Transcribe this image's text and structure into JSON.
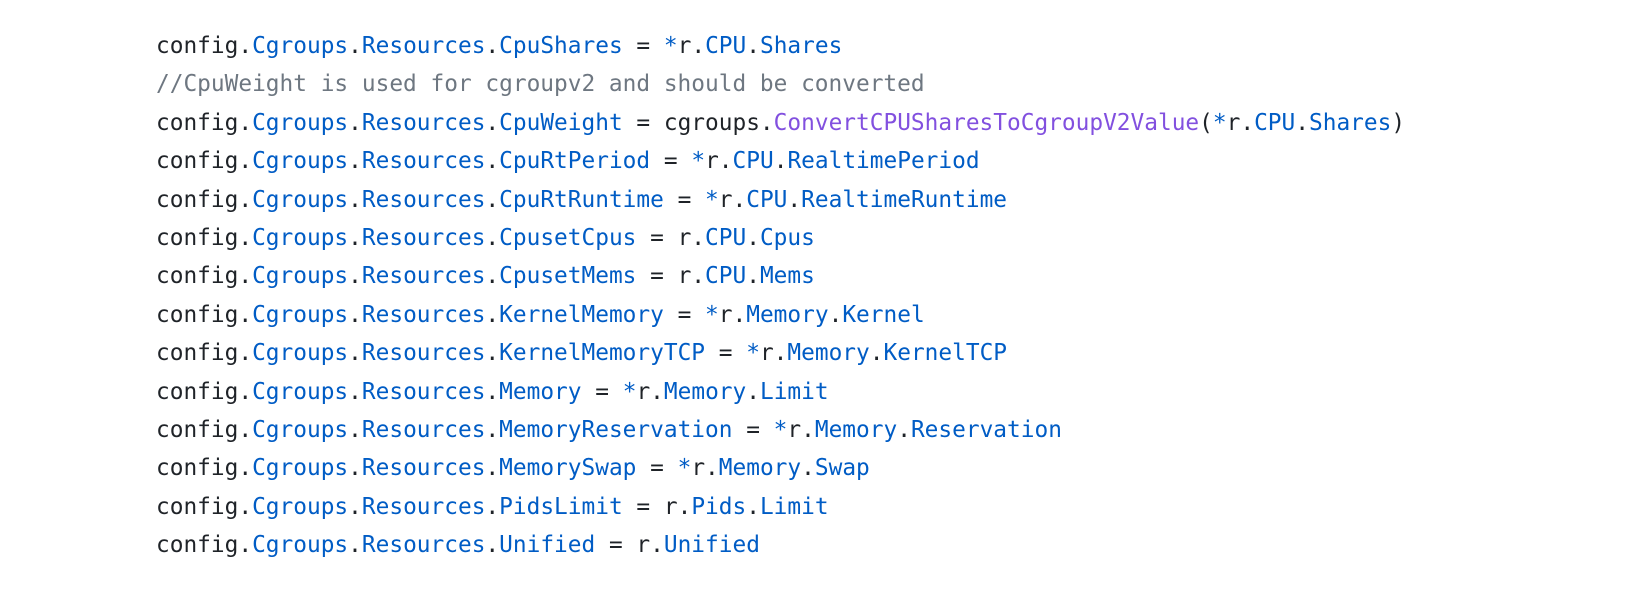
{
  "colors": {
    "background": "#ffffff",
    "plain": "#1f2328",
    "field": "#005cc5",
    "func": "#8250df",
    "comment": "#6e7781"
  },
  "code": {
    "language": "go",
    "lines": [
      [
        [
          "config.",
          "plain"
        ],
        [
          "Cgroups",
          "field"
        ],
        [
          ".",
          "plain"
        ],
        [
          "Resources",
          "field"
        ],
        [
          ".",
          "plain"
        ],
        [
          "CpuShares",
          "field"
        ],
        [
          " = ",
          "plain"
        ],
        [
          "*",
          "field"
        ],
        [
          "r.",
          "plain"
        ],
        [
          "CPU",
          "field"
        ],
        [
          ".",
          "plain"
        ],
        [
          "Shares",
          "field"
        ]
      ],
      [
        [
          "//CpuWeight is used for cgroupv2 and should be converted",
          "comment"
        ]
      ],
      [
        [
          "config.",
          "plain"
        ],
        [
          "Cgroups",
          "field"
        ],
        [
          ".",
          "plain"
        ],
        [
          "Resources",
          "field"
        ],
        [
          ".",
          "plain"
        ],
        [
          "CpuWeight",
          "field"
        ],
        [
          " = cgroups.",
          "plain"
        ],
        [
          "ConvertCPUSharesToCgroupV2Value",
          "func"
        ],
        [
          "(",
          "plain"
        ],
        [
          "*",
          "field"
        ],
        [
          "r.",
          "plain"
        ],
        [
          "CPU",
          "field"
        ],
        [
          ".",
          "plain"
        ],
        [
          "Shares",
          "field"
        ],
        [
          ")",
          "plain"
        ]
      ],
      [
        [
          "config.",
          "plain"
        ],
        [
          "Cgroups",
          "field"
        ],
        [
          ".",
          "plain"
        ],
        [
          "Resources",
          "field"
        ],
        [
          ".",
          "plain"
        ],
        [
          "CpuRtPeriod",
          "field"
        ],
        [
          " = ",
          "plain"
        ],
        [
          "*",
          "field"
        ],
        [
          "r.",
          "plain"
        ],
        [
          "CPU",
          "field"
        ],
        [
          ".",
          "plain"
        ],
        [
          "RealtimePeriod",
          "field"
        ]
      ],
      [
        [
          "config.",
          "plain"
        ],
        [
          "Cgroups",
          "field"
        ],
        [
          ".",
          "plain"
        ],
        [
          "Resources",
          "field"
        ],
        [
          ".",
          "plain"
        ],
        [
          "CpuRtRuntime",
          "field"
        ],
        [
          " = ",
          "plain"
        ],
        [
          "*",
          "field"
        ],
        [
          "r.",
          "plain"
        ],
        [
          "CPU",
          "field"
        ],
        [
          ".",
          "plain"
        ],
        [
          "RealtimeRuntime",
          "field"
        ]
      ],
      [
        [
          "config.",
          "plain"
        ],
        [
          "Cgroups",
          "field"
        ],
        [
          ".",
          "plain"
        ],
        [
          "Resources",
          "field"
        ],
        [
          ".",
          "plain"
        ],
        [
          "CpusetCpus",
          "field"
        ],
        [
          " = r.",
          "plain"
        ],
        [
          "CPU",
          "field"
        ],
        [
          ".",
          "plain"
        ],
        [
          "Cpus",
          "field"
        ]
      ],
      [
        [
          "config.",
          "plain"
        ],
        [
          "Cgroups",
          "field"
        ],
        [
          ".",
          "plain"
        ],
        [
          "Resources",
          "field"
        ],
        [
          ".",
          "plain"
        ],
        [
          "CpusetMems",
          "field"
        ],
        [
          " = r.",
          "plain"
        ],
        [
          "CPU",
          "field"
        ],
        [
          ".",
          "plain"
        ],
        [
          "Mems",
          "field"
        ]
      ],
      [
        [
          "config.",
          "plain"
        ],
        [
          "Cgroups",
          "field"
        ],
        [
          ".",
          "plain"
        ],
        [
          "Resources",
          "field"
        ],
        [
          ".",
          "plain"
        ],
        [
          "KernelMemory",
          "field"
        ],
        [
          " = ",
          "plain"
        ],
        [
          "*",
          "field"
        ],
        [
          "r.",
          "plain"
        ],
        [
          "Memory",
          "field"
        ],
        [
          ".",
          "plain"
        ],
        [
          "Kernel",
          "field"
        ]
      ],
      [
        [
          "config.",
          "plain"
        ],
        [
          "Cgroups",
          "field"
        ],
        [
          ".",
          "plain"
        ],
        [
          "Resources",
          "field"
        ],
        [
          ".",
          "plain"
        ],
        [
          "KernelMemoryTCP",
          "field"
        ],
        [
          " = ",
          "plain"
        ],
        [
          "*",
          "field"
        ],
        [
          "r.",
          "plain"
        ],
        [
          "Memory",
          "field"
        ],
        [
          ".",
          "plain"
        ],
        [
          "KernelTCP",
          "field"
        ]
      ],
      [
        [
          "config.",
          "plain"
        ],
        [
          "Cgroups",
          "field"
        ],
        [
          ".",
          "plain"
        ],
        [
          "Resources",
          "field"
        ],
        [
          ".",
          "plain"
        ],
        [
          "Memory",
          "field"
        ],
        [
          " = ",
          "plain"
        ],
        [
          "*",
          "field"
        ],
        [
          "r.",
          "plain"
        ],
        [
          "Memory",
          "field"
        ],
        [
          ".",
          "plain"
        ],
        [
          "Limit",
          "field"
        ]
      ],
      [
        [
          "config.",
          "plain"
        ],
        [
          "Cgroups",
          "field"
        ],
        [
          ".",
          "plain"
        ],
        [
          "Resources",
          "field"
        ],
        [
          ".",
          "plain"
        ],
        [
          "MemoryReservation",
          "field"
        ],
        [
          " = ",
          "plain"
        ],
        [
          "*",
          "field"
        ],
        [
          "r.",
          "plain"
        ],
        [
          "Memory",
          "field"
        ],
        [
          ".",
          "plain"
        ],
        [
          "Reservation",
          "field"
        ]
      ],
      [
        [
          "config.",
          "plain"
        ],
        [
          "Cgroups",
          "field"
        ],
        [
          ".",
          "plain"
        ],
        [
          "Resources",
          "field"
        ],
        [
          ".",
          "plain"
        ],
        [
          "MemorySwap",
          "field"
        ],
        [
          " = ",
          "plain"
        ],
        [
          "*",
          "field"
        ],
        [
          "r.",
          "plain"
        ],
        [
          "Memory",
          "field"
        ],
        [
          ".",
          "plain"
        ],
        [
          "Swap",
          "field"
        ]
      ],
      [
        [
          "config.",
          "plain"
        ],
        [
          "Cgroups",
          "field"
        ],
        [
          ".",
          "plain"
        ],
        [
          "Resources",
          "field"
        ],
        [
          ".",
          "plain"
        ],
        [
          "PidsLimit",
          "field"
        ],
        [
          " = r.",
          "plain"
        ],
        [
          "Pids",
          "field"
        ],
        [
          ".",
          "plain"
        ],
        [
          "Limit",
          "field"
        ]
      ],
      [
        [
          "config.",
          "plain"
        ],
        [
          "Cgroups",
          "field"
        ],
        [
          ".",
          "plain"
        ],
        [
          "Resources",
          "field"
        ],
        [
          ".",
          "plain"
        ],
        [
          "Unified",
          "field"
        ],
        [
          " = r.",
          "plain"
        ],
        [
          "Unified",
          "field"
        ]
      ]
    ]
  }
}
